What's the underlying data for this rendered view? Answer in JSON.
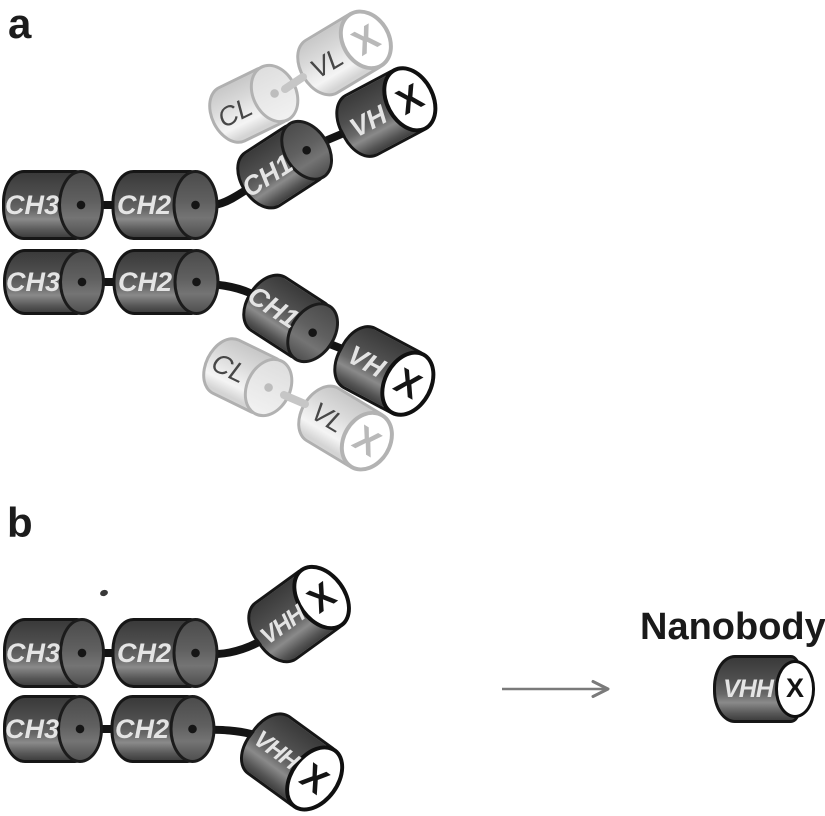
{
  "panel_a": {
    "label": "a",
    "heavy_row_1": [
      "CH3",
      "CH2"
    ],
    "heavy_row_2": [
      "CH3",
      "CH2"
    ],
    "upper_arm": {
      "ch1": "CH1",
      "vh": "VH",
      "vh_x": "X",
      "cl": "CL",
      "vl": "VL",
      "vl_x": "X"
    },
    "lower_arm": {
      "ch1": "CH1",
      "vh": "VH",
      "vh_x": "X",
      "cl": "CL",
      "vl": "VL",
      "vl_x": "X"
    }
  },
  "panel_b": {
    "label": "b",
    "heavy_row_1": [
      "CH3",
      "CH2"
    ],
    "heavy_row_2": [
      "CH3",
      "CH2"
    ],
    "upper_vhh": {
      "label": "VHH",
      "x": "X"
    },
    "lower_vhh": {
      "label": "VHH",
      "x": "X"
    },
    "nanobody": {
      "title": "Nanobody",
      "domain": "VHH",
      "x": "X"
    }
  },
  "colors": {
    "background": "#ffffff",
    "dark_domain": "#4f4f4f",
    "dark_outline": "#141414",
    "light_domain": "#e2e2e2",
    "light_outline": "#b0b0b0",
    "cap_face": "#ffffff",
    "linker_dark": "#141414",
    "linker_light": "#c6c6c6",
    "arrow": "#7a7a7a",
    "label_on_dark": "#e4e4e4",
    "label_on_light": "#474747",
    "text": "#1a1a1a"
  }
}
